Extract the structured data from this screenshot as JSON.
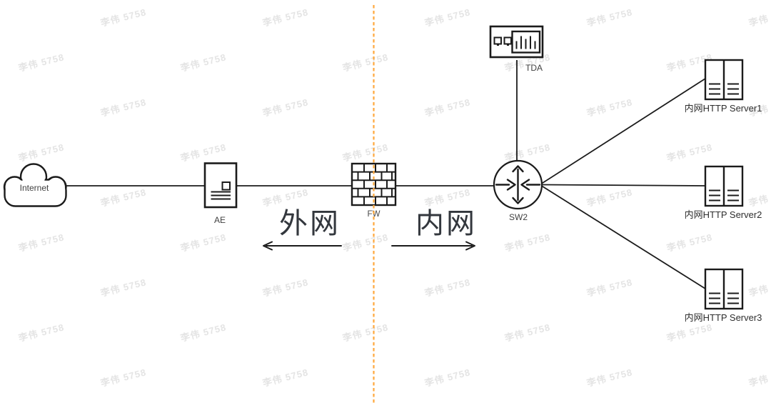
{
  "colors": {
    "stroke": "#1b1b1b",
    "divider": "#ffa83d",
    "watermark": "#e4e4e4",
    "zone_label": "#33373d"
  },
  "watermark": {
    "text": "李伟 5758"
  },
  "zones": {
    "external": "外网",
    "internal": "内网"
  },
  "nodes": {
    "internet": "Internet",
    "ae": "AE",
    "fw": "FW",
    "tda": "TDA",
    "sw2": "SW2",
    "server1": "内网HTTP Server1",
    "server2": "内网HTTP Server2",
    "server3": "内网HTTP Server3"
  }
}
